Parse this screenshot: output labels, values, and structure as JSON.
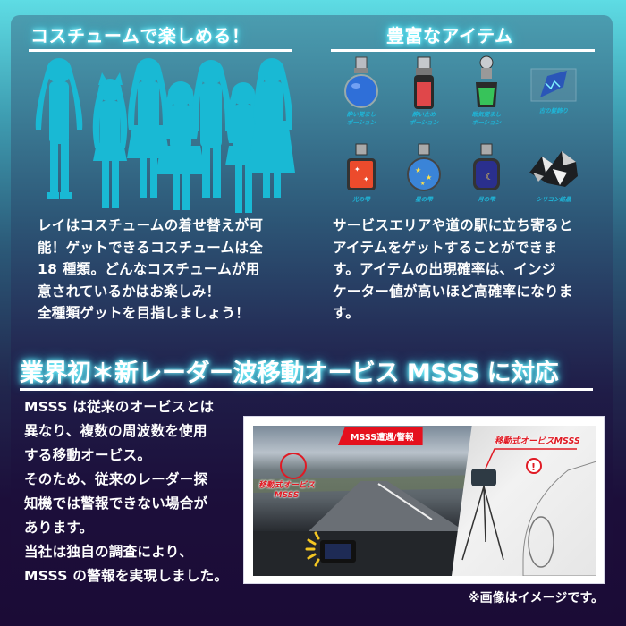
{
  "costume_section": {
    "title": "コスチュームで楽しめる！",
    "image_alt": "character-silhouettes",
    "silhouette_count": 7,
    "silhouette_color": "#1ab8d3",
    "body": "レイはコスチュームの着せ替えが可\n能！ゲットできるコスチュームは全\n18 種類。どんなコスチュームが用\n意されているかはお楽しみ！\n全種類ゲットを目指しましょう！"
  },
  "items_section": {
    "title": "豊富なアイテム",
    "items": [
      {
        "label": "酔い覚まし\nポーション",
        "icon": "blue-round-potion"
      },
      {
        "label": "酔い止め\nポーション",
        "icon": "red-potion"
      },
      {
        "label": "眠気覚まし\nポーション",
        "icon": "green-potion"
      },
      {
        "label": "古の髪飾り",
        "icon": "hair-ornament-in-case"
      },
      {
        "label": "光の雫",
        "icon": "red-sparkle-bottle"
      },
      {
        "label": "星の雫",
        "icon": "blue-star-bottle"
      },
      {
        "label": "月の雫",
        "icon": "navy-moon-bottle"
      },
      {
        "label": "シリコン結晶",
        "icon": "silicon-crystal"
      }
    ],
    "label_color": "#1fb6d8",
    "body": "サービスエリアや道の駅に立ち寄ると\nアイテムをゲットすることができま\nす。アイテムの出現確率は、インジ\nケーター値が高いほど高確率になりま\nす。"
  },
  "msss_section": {
    "title": "業界初＊新レーダー波移動オービス MSSS に対応",
    "body": "MSSS は従来のオービスとは\n異なり、複数の周波数を使用\nする移動オービス。\nそのため、従来のレーダー探\n知機では警報できない場合が\nあります。\n当社は独自の調査により、\nMSSS の警報を実現しました。",
    "photo": {
      "left_badge": "MSSS遭遇/警報",
      "left_label_line1": "移動式オービス",
      "left_label_line2": "MSSS",
      "right_label": "移動式オービスMSSS",
      "alert_glyph": "!"
    },
    "caption": "※画像はイメージです。"
  },
  "colors": {
    "accent_cyan": "#5edce4",
    "glow": "#4fe0f0",
    "badge_red": "#e5101d",
    "bg_dark": "#1b0b36"
  }
}
